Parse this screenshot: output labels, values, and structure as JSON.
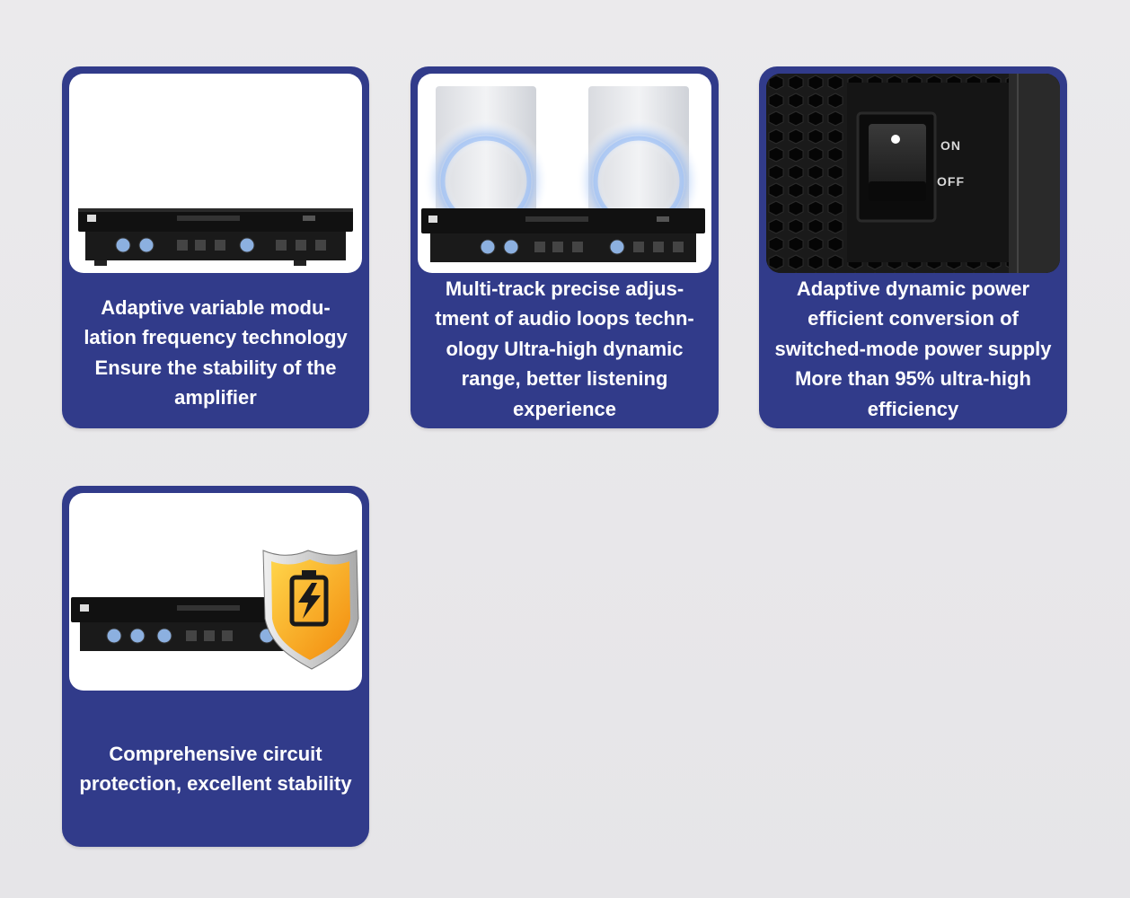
{
  "cards": [
    {
      "image_icon": "sound-wave-amplifier-image",
      "lines": [
        "Adaptive variable modu-",
        "lation frequency technology",
        "Ensure the stability of the",
        "amplifier"
      ]
    },
    {
      "image_icon": "speakers-amplifier-image",
      "lines": [
        "Multi-track precise adjus-",
        "tment of audio loops techn-",
        "ology Ultra-high dynamic",
        "range, better listening",
        "experience"
      ]
    },
    {
      "image_icon": "power-switch-image",
      "switch_on_label": "ON",
      "switch_off_label": "OFF",
      "lines": [
        "Adaptive dynamic power",
        "efficient conversion of",
        "switched-mode power supply",
        "More than 95% ultra-high",
        "efficiency"
      ]
    },
    {
      "image_icon": "shield-battery-amplifier-image",
      "lines": [
        "Comprehensive circuit",
        "protection, excellent stability"
      ]
    }
  ],
  "colors": {
    "card_background": "#313b8a",
    "page_background": "#e9e8eb",
    "shield_orange": "#f59a12",
    "wave_blue": "#4f7fe0"
  }
}
